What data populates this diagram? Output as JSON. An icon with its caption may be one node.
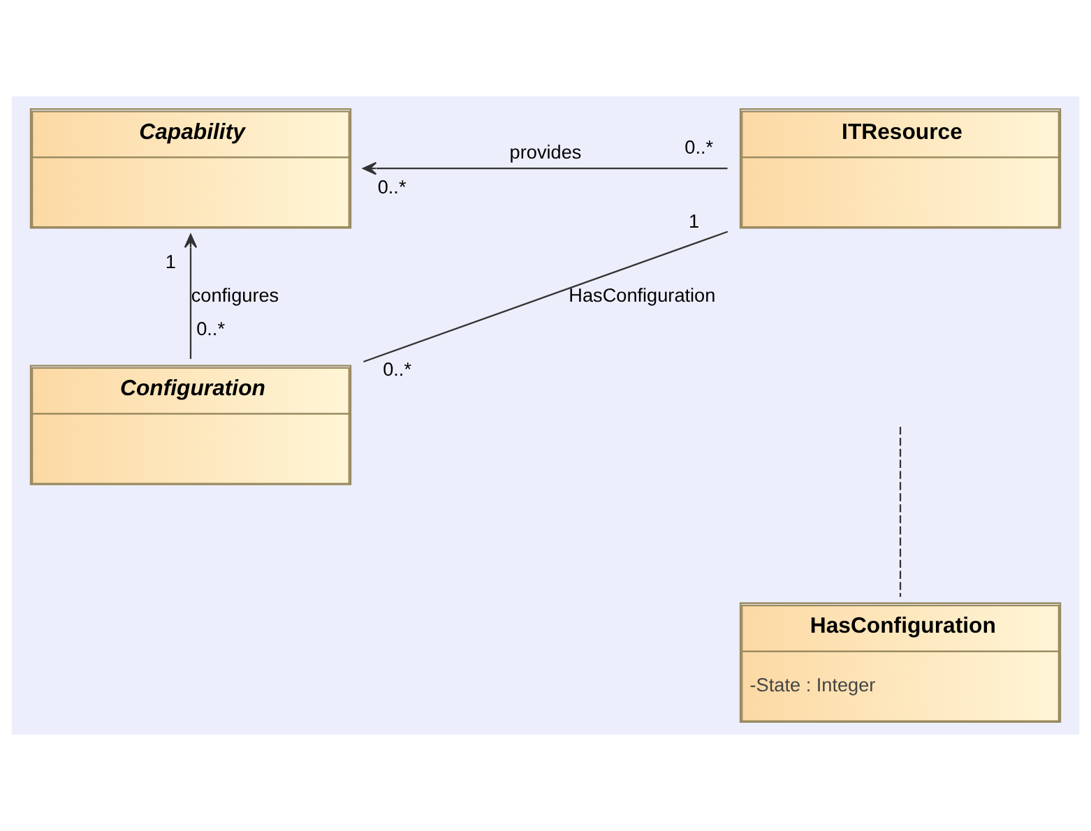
{
  "diagram": {
    "nodes": [
      {
        "text": [
          "Capability"
        ]
      },
      {
        "text": [
          "ITResource"
        ]
      },
      {
        "text": [
          "Configuration"
        ]
      },
      {
        "text": [
          "HasConfiguration",
          "-State : Integer"
        ]
      }
    ],
    "edges": [
      {
        "from": 1,
        "to": 0,
        "label": "provides",
        "arrow": "to"
      },
      {
        "from": 2,
        "to": 0,
        "label": "configures",
        "arrow": "to"
      },
      {
        "from": 2,
        "to": 1,
        "label": "HasConfiguration",
        "arrow": "none"
      },
      {
        "from": null,
        "to": 3,
        "arrow": "none",
        "style": "dashed"
      }
    ],
    "labels": [
      "0..*",
      "0..*",
      "1",
      "1",
      "0..*",
      "0..*"
    ]
  }
}
